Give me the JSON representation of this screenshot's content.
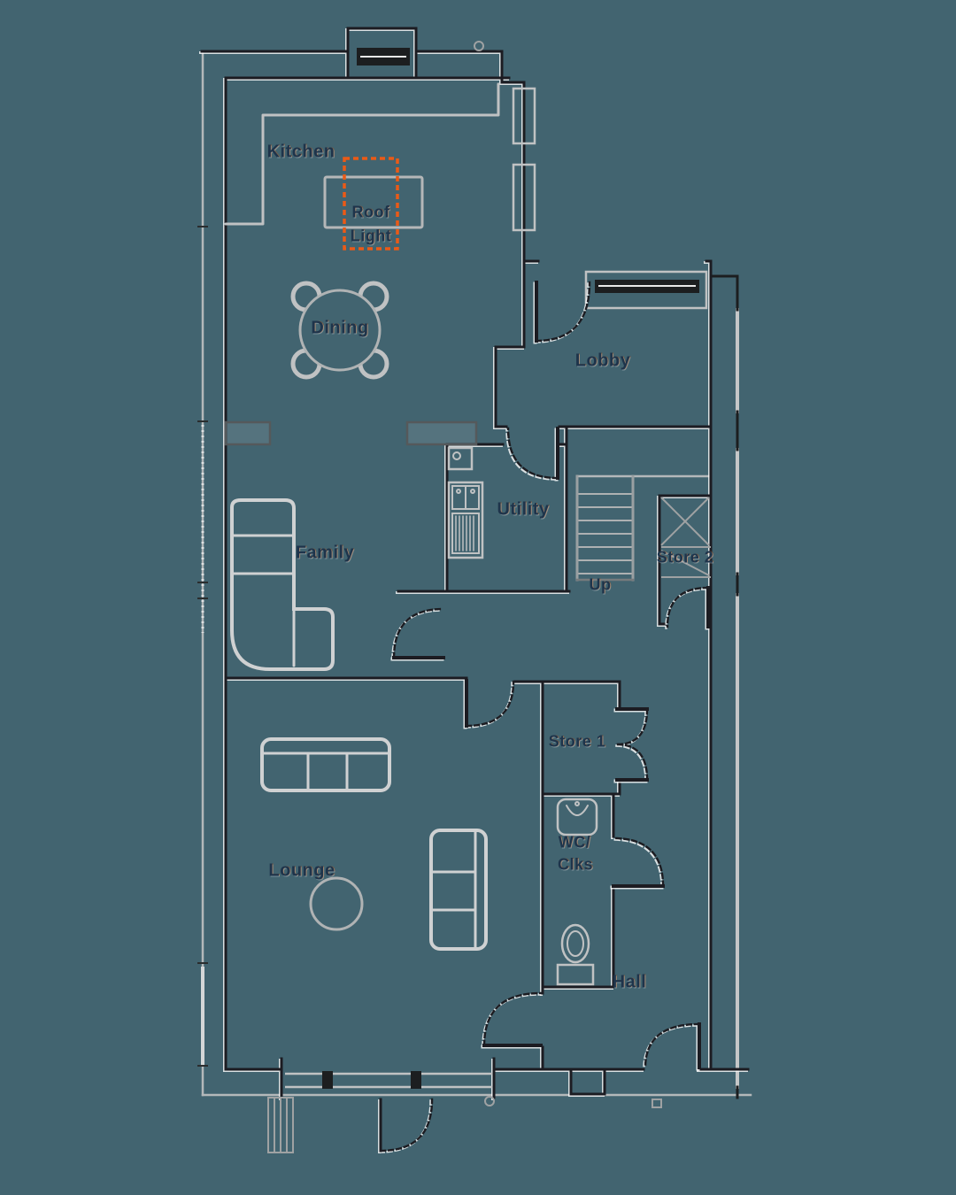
{
  "plan": {
    "background_color": "#426470",
    "wall_color": "#1c1e20",
    "fixture_color": "#c7c9ca",
    "outer_line_color": "#b4b8ba",
    "label_color": "#1e344b",
    "rooflight_color": "#ea5a17",
    "labels": {
      "kitchen": "Kitchen",
      "roof_light_line1": "Roof",
      "roof_light_line2": "Light",
      "dining": "Dining",
      "lobby": "Lobby",
      "utility": "Utility",
      "up": "Up",
      "store2": "Store 2",
      "family": "Family",
      "store1": "Store 1",
      "wc_line1": "WC/",
      "wc_line2": "Clks",
      "lounge": "Lounge",
      "hall": "Hall"
    }
  }
}
